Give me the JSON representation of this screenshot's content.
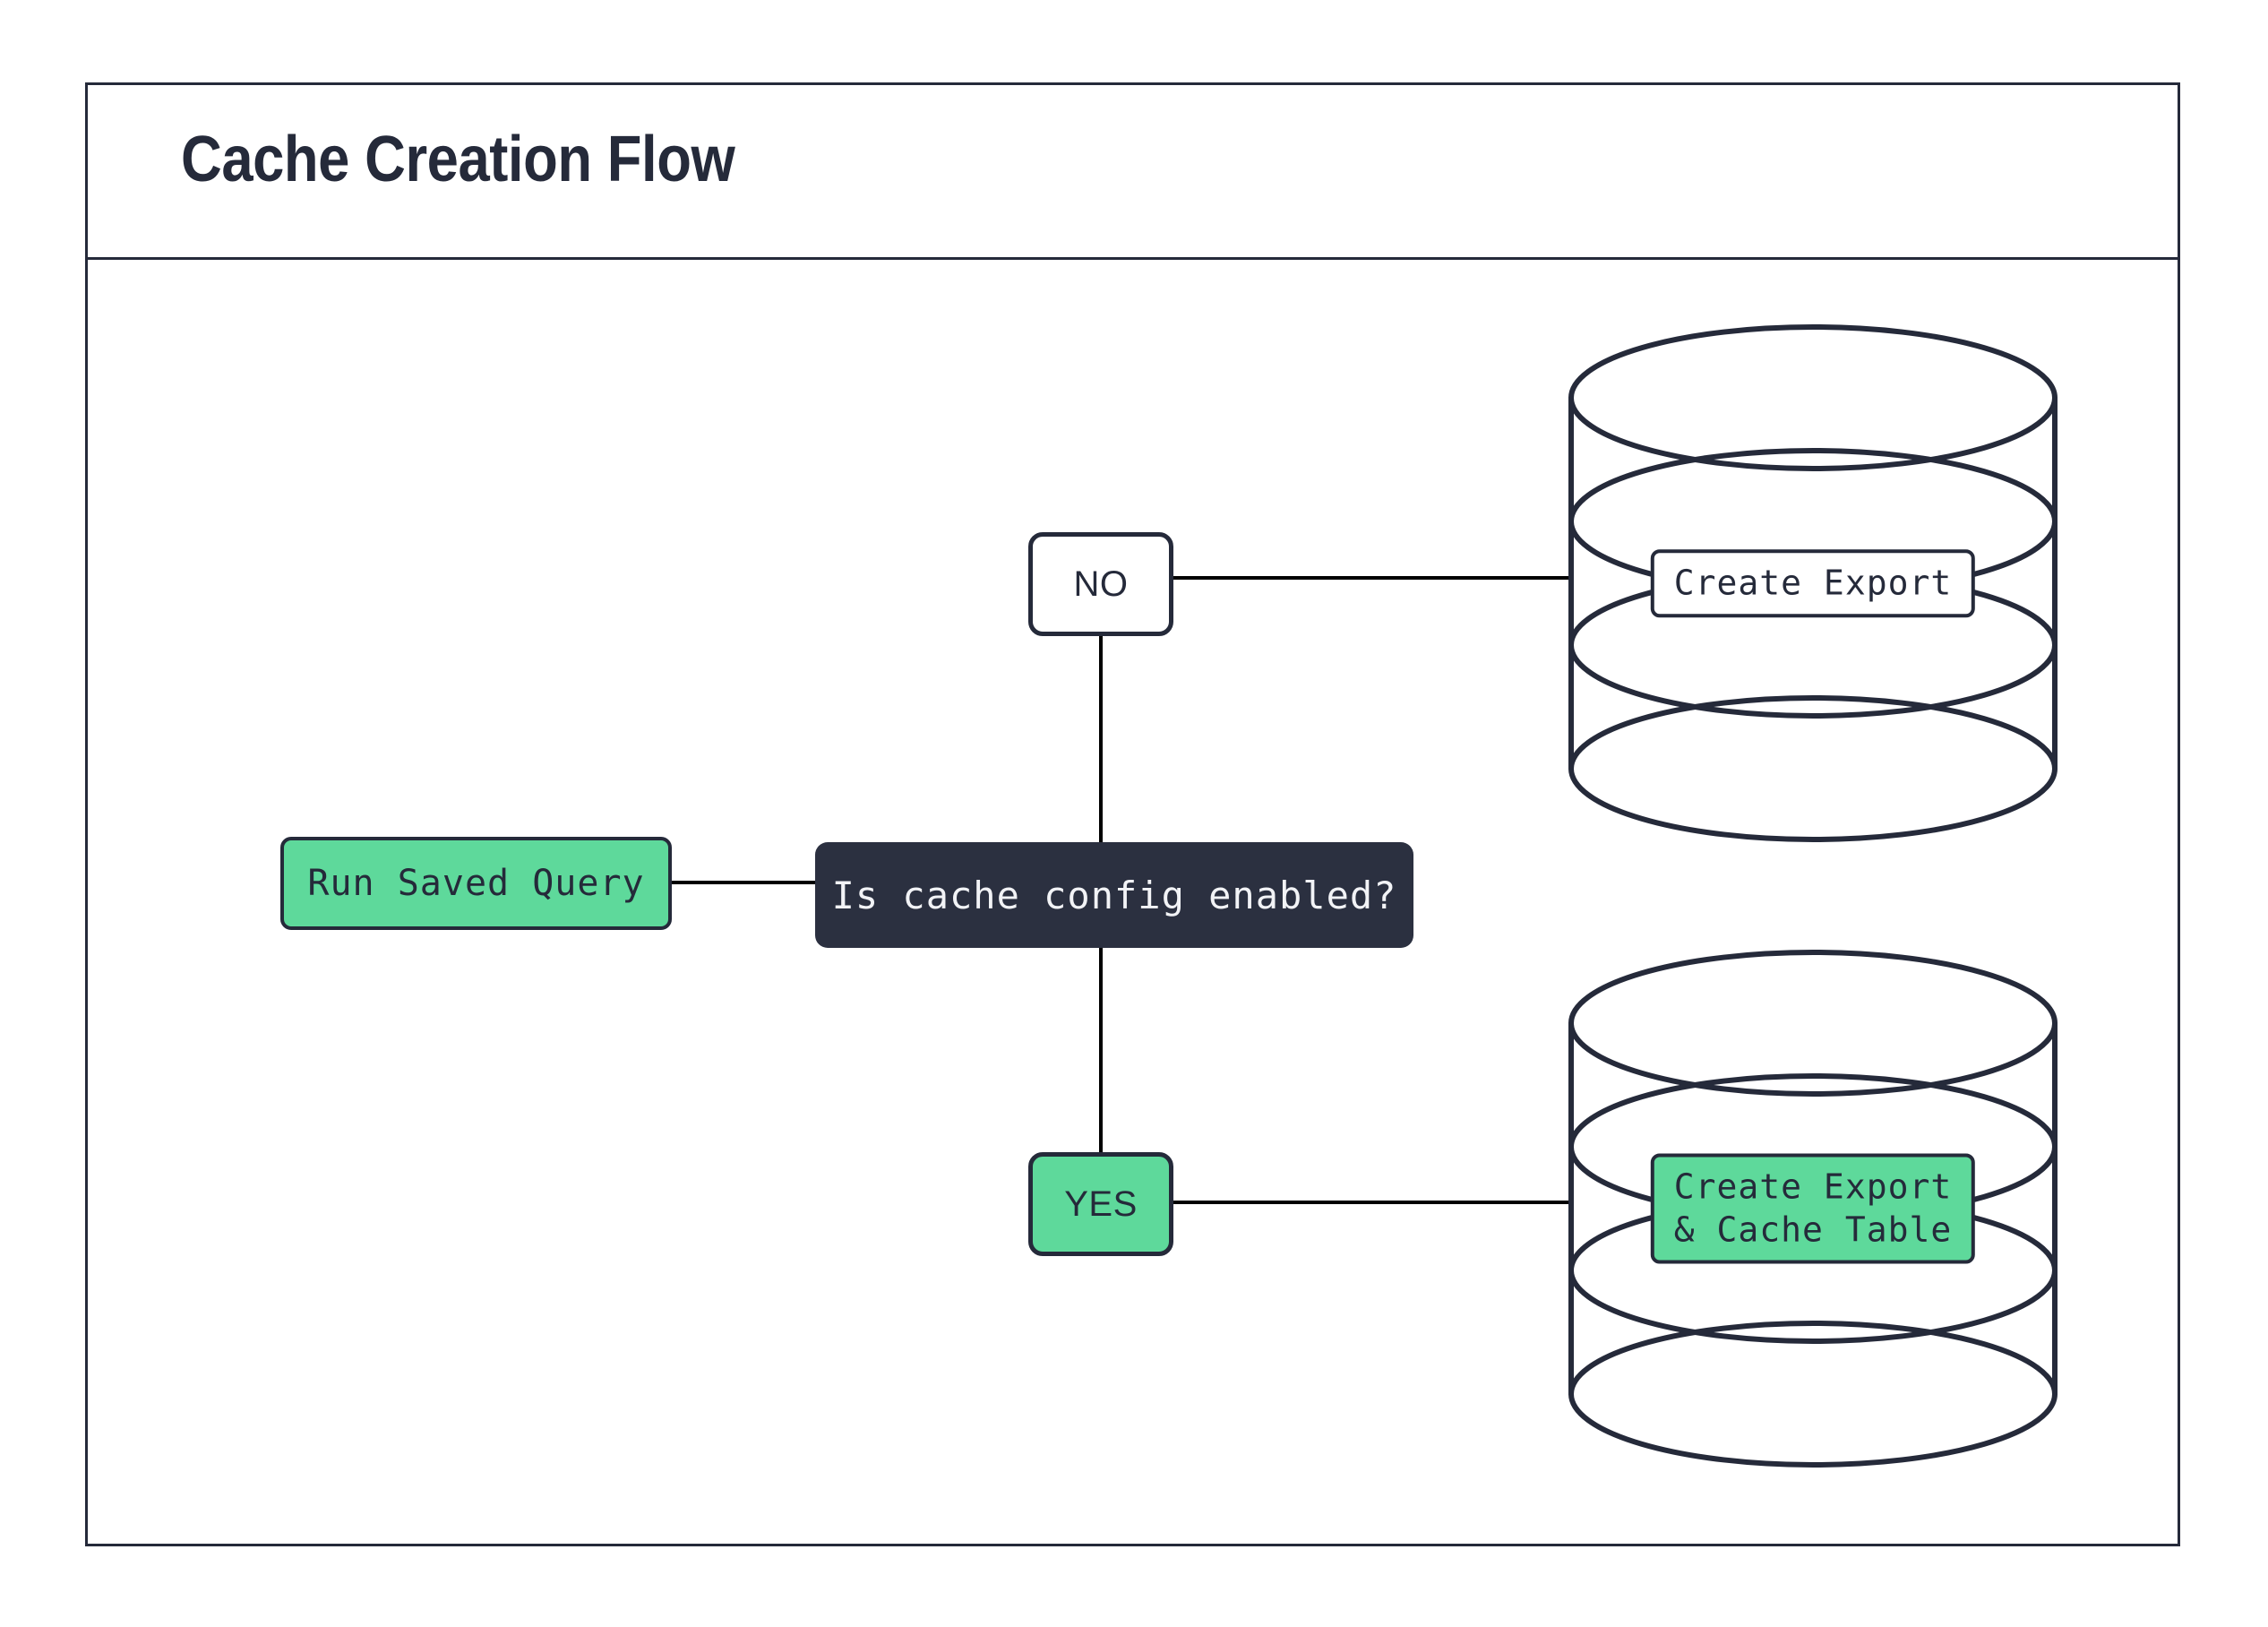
{
  "diagram": {
    "title": "Cache Creation Flow",
    "colors": {
      "accent_green": "#5ed99b",
      "ink_dark": "#252a3a",
      "decision_fill": "#2b3040",
      "decision_text": "#f2f3f6",
      "canvas": "#ffffff",
      "connector": "#000000"
    },
    "nodes": {
      "start": {
        "label": "Run Saved Query",
        "shape": "rounded-rect",
        "fill": "#5ed99b"
      },
      "decision": {
        "label": "Is cache config enabled?",
        "shape": "rounded-rect",
        "fill": "#2b3040"
      },
      "branch_no": {
        "label": "NO",
        "shape": "rounded-rect",
        "fill": "#ffffff"
      },
      "branch_yes": {
        "label": "YES",
        "shape": "rounded-rect",
        "fill": "#5ed99b"
      },
      "db_export": {
        "label": "Create Export",
        "shape": "cylinder",
        "label_fill": "#ffffff"
      },
      "db_export_cache": {
        "label_line1": "Create Export",
        "label_line2": "& Cache Table",
        "shape": "cylinder",
        "label_fill": "#5ed99b"
      }
    },
    "edges": [
      {
        "from": "start",
        "to": "decision",
        "label": ""
      },
      {
        "from": "decision",
        "to": "branch_no",
        "label": "NO"
      },
      {
        "from": "decision",
        "to": "branch_yes",
        "label": "YES"
      },
      {
        "from": "branch_no",
        "to": "db_export",
        "label": ""
      },
      {
        "from": "branch_yes",
        "to": "db_export_cache",
        "label": ""
      }
    ]
  }
}
